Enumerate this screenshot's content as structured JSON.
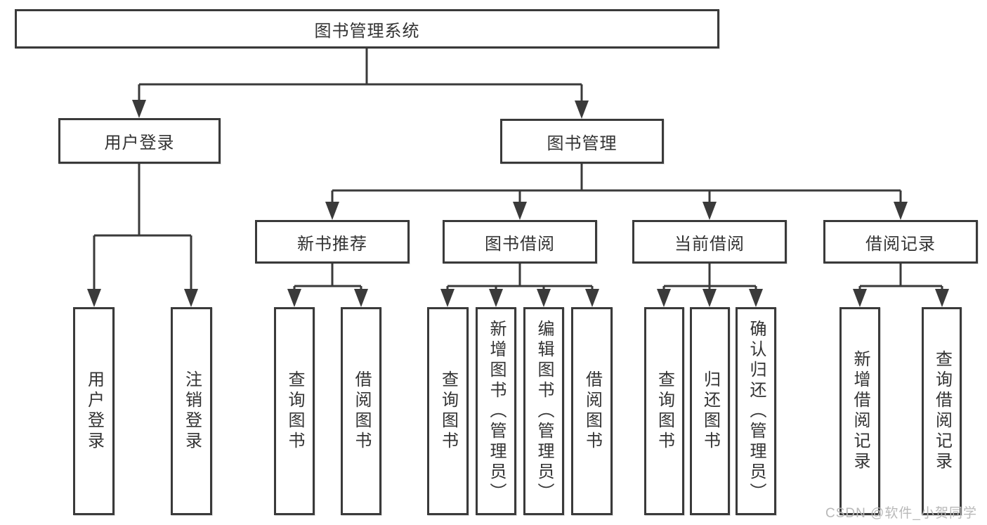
{
  "tree": {
    "root": {
      "label": "图书管理系统",
      "children": [
        {
          "label": "用户登录",
          "children": [
            {
              "label": "用户登录"
            },
            {
              "label": "注销登录"
            }
          ]
        },
        {
          "label": "图书管理",
          "children": [
            {
              "label": "新书推荐",
              "children": [
                {
                  "label": "查询图书"
                },
                {
                  "label": "借阅图书"
                }
              ]
            },
            {
              "label": "图书借阅",
              "children": [
                {
                  "label": "查询图书"
                },
                {
                  "label": "新增图书（管理员）"
                },
                {
                  "label": "编辑图书（管理员）"
                },
                {
                  "label": "借阅图书"
                }
              ]
            },
            {
              "label": "当前借阅",
              "children": [
                {
                  "label": "查询图书"
                },
                {
                  "label": "归还图书"
                },
                {
                  "label": "确认归还（管理员）"
                }
              ]
            },
            {
              "label": "借阅记录",
              "children": [
                {
                  "label": "新增借阅记录"
                },
                {
                  "label": "查询借阅记录"
                }
              ]
            }
          ]
        }
      ]
    }
  },
  "watermark": {
    "text": "CSDN @软件_小贺同学"
  },
  "colors": {
    "line": "#3a3a3a",
    "text": "#333333",
    "watermark": "#b9b9b9",
    "background": "#ffffff"
  }
}
